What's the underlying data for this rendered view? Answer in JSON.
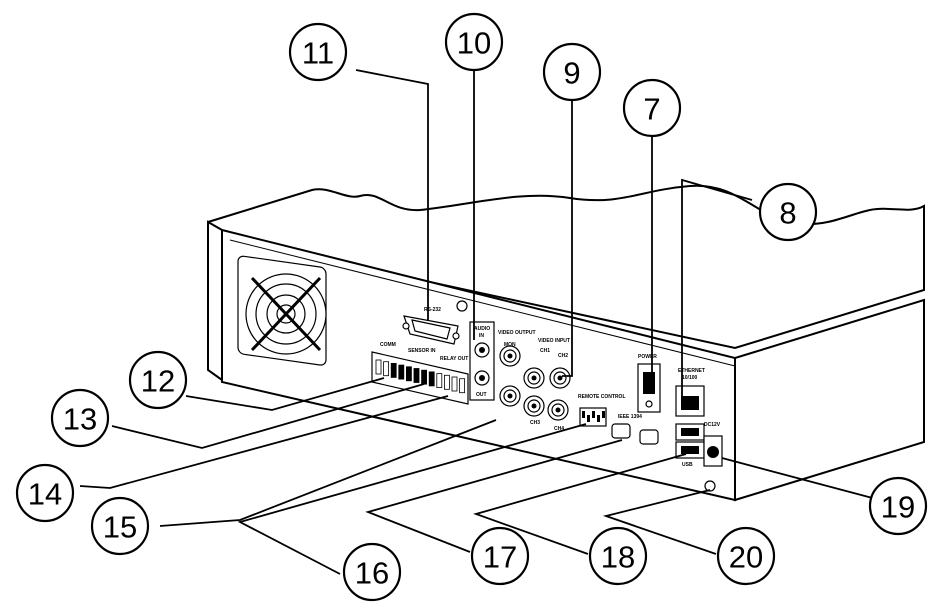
{
  "callouts": [
    {
      "number": "7"
    },
    {
      "number": "8"
    },
    {
      "number": "9"
    },
    {
      "number": "10"
    },
    {
      "number": "11"
    },
    {
      "number": "12"
    },
    {
      "number": "13"
    },
    {
      "number": "14"
    },
    {
      "number": "15"
    },
    {
      "number": "16"
    },
    {
      "number": "17"
    },
    {
      "number": "18"
    },
    {
      "number": "19"
    },
    {
      "number": "20"
    }
  ],
  "panel_labels": {
    "rs232": "RS-232",
    "audio": "AUDIO",
    "audio_in": "IN",
    "audio_out": "OUT",
    "video_output": "VIDEO OUTPUT",
    "mon": "MON",
    "video_input": "VIDEO INPUT",
    "ch1": "CH1",
    "ch2": "CH2",
    "ch3": "CH3",
    "ch4": "CH4",
    "comm": "COMM",
    "sensor_in": "SENSOR IN",
    "relay_out": "RELAY OUT",
    "remote_control": "REMOTE CONTROL",
    "ieee1394": "IEEE 1394",
    "power": "POWER",
    "ethernet": "ETHERNET",
    "ethernet_speed": "10/100",
    "usb": "USB",
    "dc12v": "DC12V"
  }
}
